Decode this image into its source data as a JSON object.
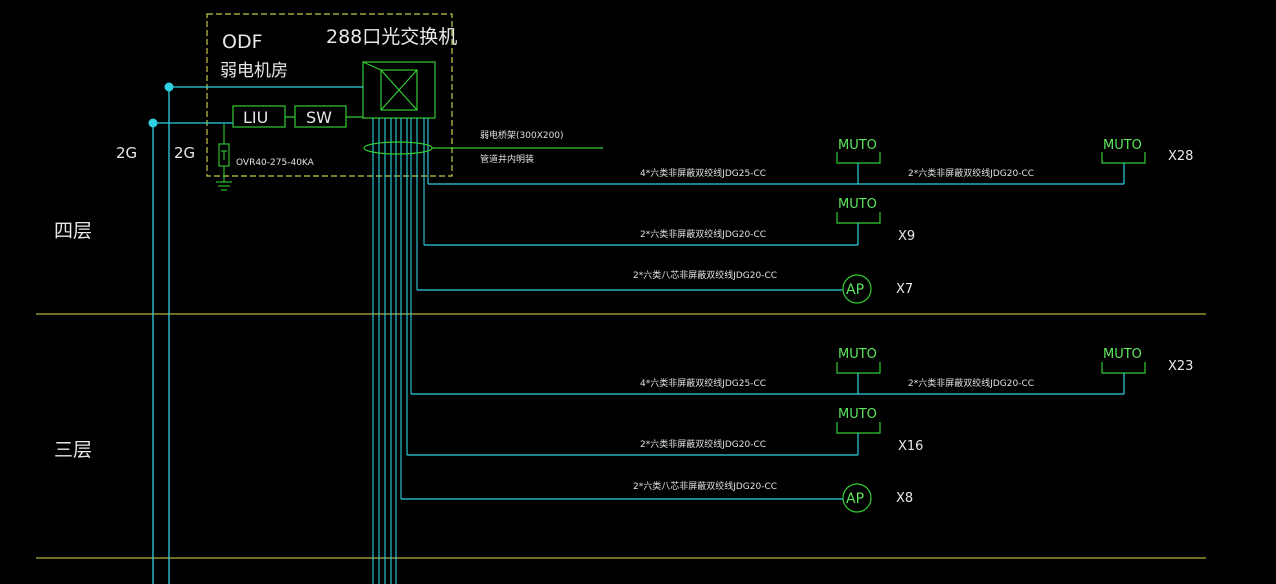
{
  "colors": {
    "background": "#000000",
    "cyan": "#2fd0e0",
    "green": "#33cc33",
    "yellow_dashed": "#c8c84a",
    "floor_line": "#b0b040",
    "text": "#e8e8e8"
  },
  "room": {
    "odf": "ODF",
    "room_name": "弱电机房",
    "switch_name": "288口光交换机",
    "liu": "LIU",
    "sw": "SW",
    "spd": "OVR40-275-40KA"
  },
  "risers": {
    "left": "2G",
    "right": "2G"
  },
  "tray": {
    "line1": "弱电桥架(300X200)",
    "line2": "管道井内明装"
  },
  "floors": [
    {
      "name": "四层"
    },
    {
      "name": "三层"
    }
  ],
  "device_labels": {
    "muto": "MUTO",
    "ap": "AP"
  },
  "branches": [
    {
      "cable_a": "4*六类非屏蔽双绞线JDG25-CC",
      "cable_b": "2*六类非屏蔽双绞线JDG20-CC",
      "count": "X28"
    },
    {
      "cable_a": "2*六类非屏蔽双绞线JDG20-CC",
      "count": "X9"
    },
    {
      "cable_a": "2*六类八芯非屏蔽双绞线JDG20-CC",
      "count": "X7"
    },
    {
      "cable_a": "4*六类非屏蔽双绞线JDG25-CC",
      "cable_b": "2*六类非屏蔽双绞线JDG20-CC",
      "count": "X23"
    },
    {
      "cable_a": "2*六类非屏蔽双绞线JDG20-CC",
      "count": "X16"
    },
    {
      "cable_a": "2*六类八芯非屏蔽双绞线JDG20-CC",
      "count": "X8"
    }
  ]
}
